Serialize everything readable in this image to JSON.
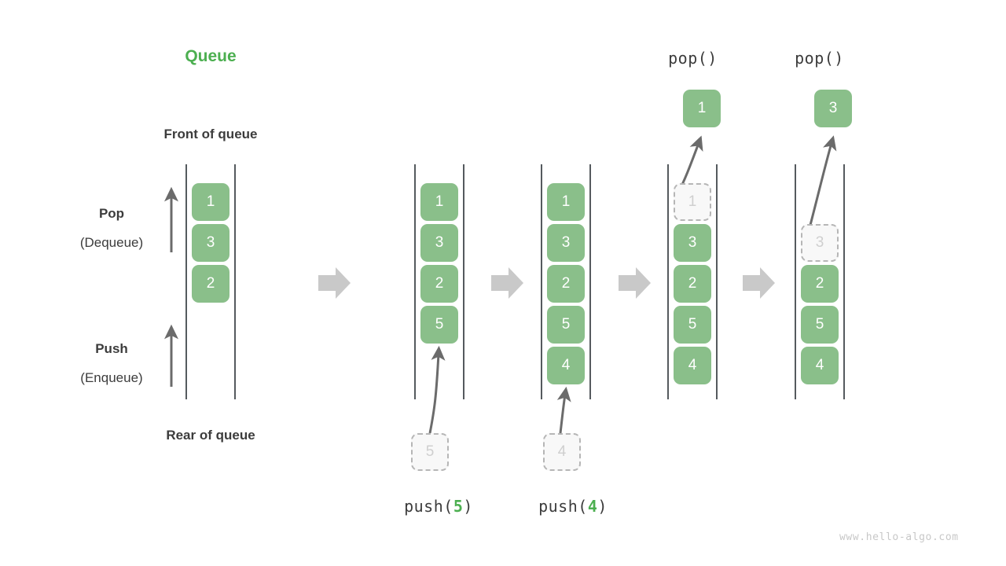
{
  "diagram": {
    "title": "Queue",
    "watermark": "www.hello-algo.com",
    "labels": {
      "front": "Front of queue",
      "rear": "Rear of queue",
      "pop_bold": "Pop",
      "pop_plain": "(Dequeue)",
      "push_bold": "Push",
      "push_plain": "(Enqueue)"
    },
    "colors": {
      "element": "#8ABF8A",
      "element_text": "#ffffff",
      "ghost_fill": "#f8f8f8",
      "ghost_border": "#b6b6b6",
      "ghost_text": "#cfcfcf",
      "accent_green": "#4caf50",
      "text": "#3c3c3c",
      "rail": "#555a5e",
      "step_arrow": "#c9c9c9",
      "motion_arrow": "#6b6b6b",
      "watermark": "#c8c8c8"
    },
    "operations": {
      "push5": {
        "prefix": "push(",
        "value": "5",
        "suffix": ")"
      },
      "push4": {
        "prefix": "push(",
        "value": "4",
        "suffix": ")"
      },
      "pop1": "pop()",
      "pop2": "pop()"
    },
    "stages": [
      {
        "id": "initial",
        "caption": "",
        "cells": [
          {
            "value": "1",
            "state": "filled"
          },
          {
            "value": "3",
            "state": "filled"
          },
          {
            "value": "2",
            "state": "filled"
          }
        ],
        "incoming": null,
        "outgoing": null
      },
      {
        "id": "after-push-5",
        "caption": "push(5)",
        "cells": [
          {
            "value": "1",
            "state": "filled"
          },
          {
            "value": "3",
            "state": "filled"
          },
          {
            "value": "2",
            "state": "filled"
          },
          {
            "value": "5",
            "state": "filled"
          }
        ],
        "incoming": {
          "value": "5",
          "state": "ghost"
        },
        "outgoing": null
      },
      {
        "id": "after-push-4",
        "caption": "push(4)",
        "cells": [
          {
            "value": "1",
            "state": "filled"
          },
          {
            "value": "3",
            "state": "filled"
          },
          {
            "value": "2",
            "state": "filled"
          },
          {
            "value": "5",
            "state": "filled"
          },
          {
            "value": "4",
            "state": "filled"
          }
        ],
        "incoming": {
          "value": "4",
          "state": "ghost"
        },
        "outgoing": null
      },
      {
        "id": "after-pop-1",
        "caption": "pop()",
        "cells": [
          {
            "value": "1",
            "state": "ghost"
          },
          {
            "value": "3",
            "state": "filled"
          },
          {
            "value": "2",
            "state": "filled"
          },
          {
            "value": "5",
            "state": "filled"
          },
          {
            "value": "4",
            "state": "filled"
          }
        ],
        "incoming": null,
        "outgoing": {
          "value": "1",
          "state": "filled"
        }
      },
      {
        "id": "after-pop-3",
        "caption": "pop()",
        "cells": [
          {
            "value": "3",
            "state": "ghost"
          },
          {
            "value": "2",
            "state": "filled"
          },
          {
            "value": "5",
            "state": "filled"
          },
          {
            "value": "4",
            "state": "filled"
          }
        ],
        "incoming": null,
        "outgoing": {
          "value": "3",
          "state": "filled"
        }
      }
    ]
  }
}
